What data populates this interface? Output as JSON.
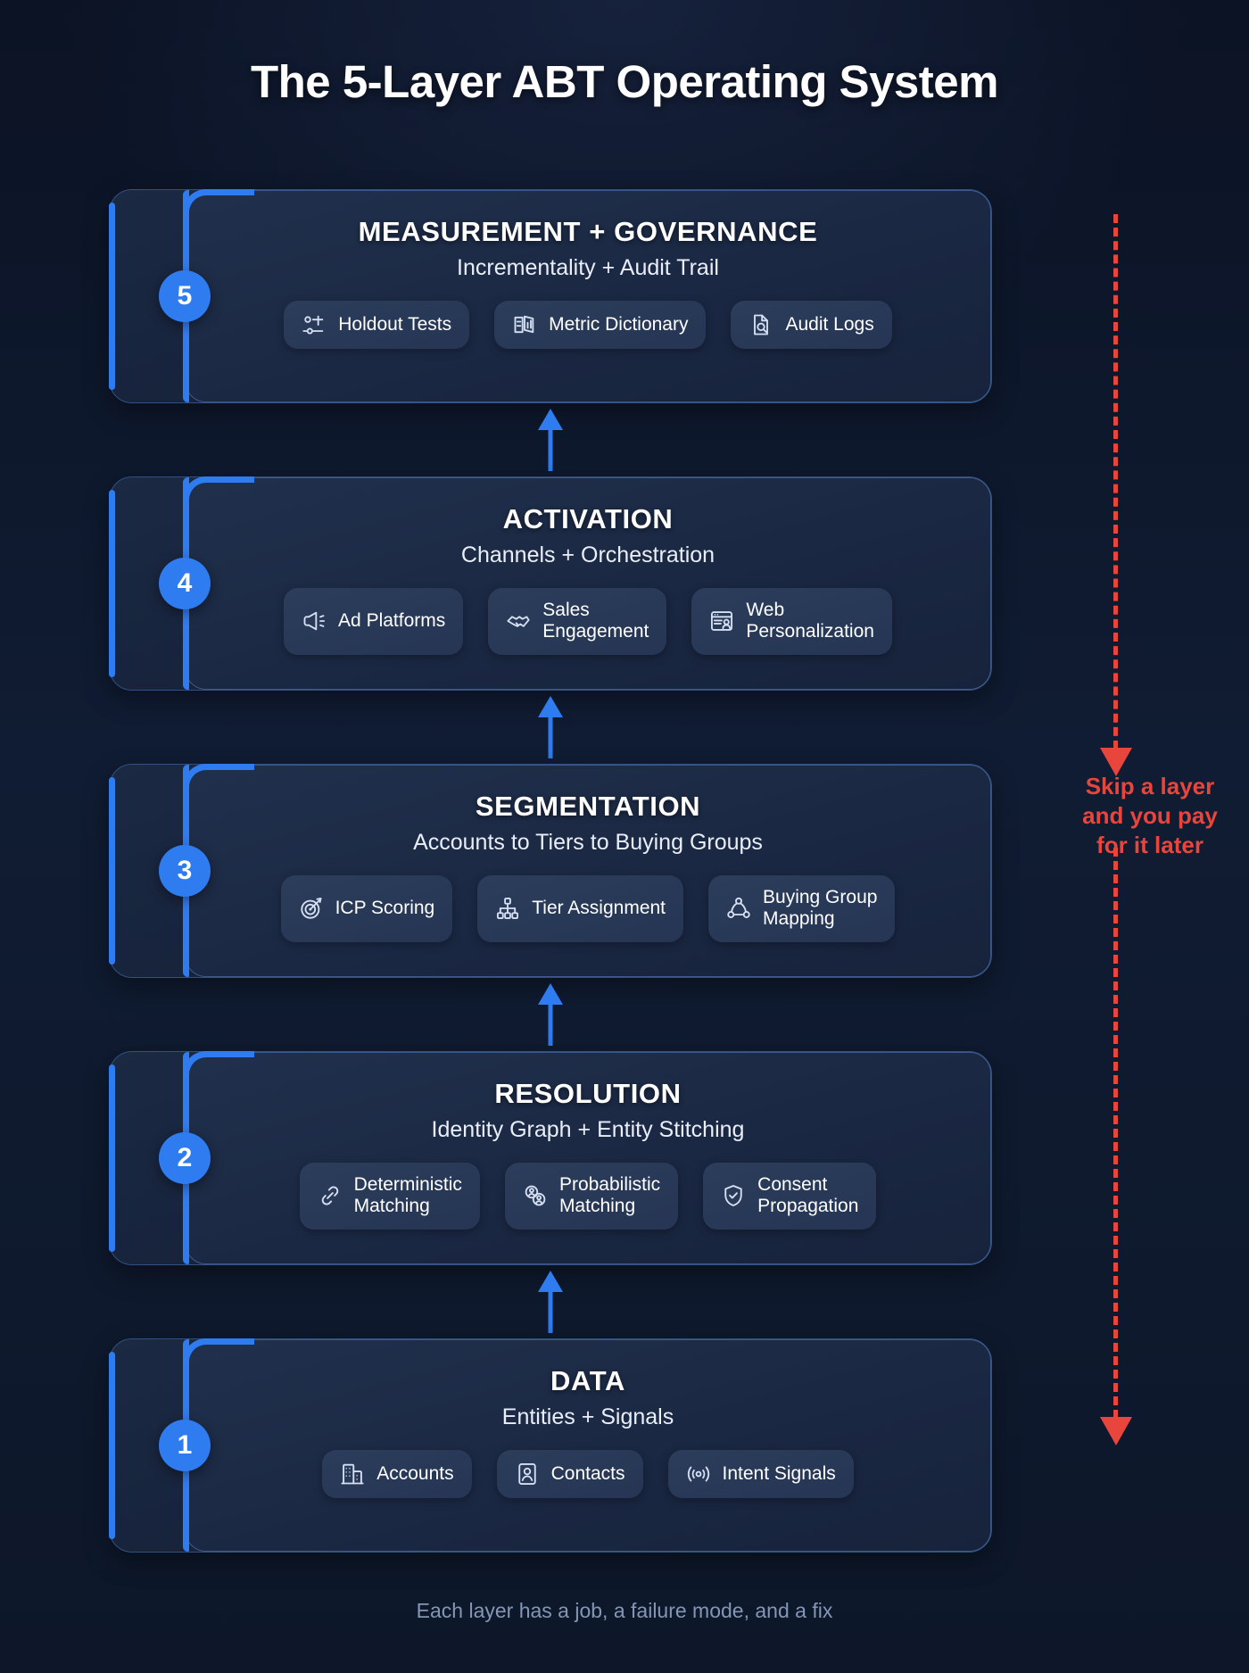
{
  "title": "The 5-Layer ABT Operating System",
  "footer": "Each layer has a job, a failure mode, and a fix",
  "colors": {
    "background": "#0c1526",
    "accent_blue": "#2f7bf0",
    "warning_red": "#e8453c",
    "panel": "#1e2d49",
    "chip": "#2b3c5b",
    "text_primary": "#ffffff",
    "text_muted": "#8596b4"
  },
  "warning": {
    "line1": "Skip a layer",
    "line2": "and you pay",
    "line3": "for it later"
  },
  "layers": [
    {
      "number": "5",
      "title": "MEASUREMENT + GOVERNANCE",
      "subtitle": "Incrementality + Audit Trail",
      "chips": [
        {
          "label": "Holdout Tests",
          "icon": "split-test-icon"
        },
        {
          "label": "Metric Dictionary",
          "icon": "book-chart-icon"
        },
        {
          "label": "Audit Logs",
          "icon": "document-search-icon"
        }
      ]
    },
    {
      "number": "4",
      "title": "ACTIVATION",
      "subtitle": "Channels + Orchestration",
      "chips": [
        {
          "label": "Ad Platforms",
          "icon": "megaphone-icon"
        },
        {
          "label": "Sales\nEngagement",
          "icon": "handshake-icon"
        },
        {
          "label": "Web\nPersonalization",
          "icon": "browser-user-icon"
        }
      ]
    },
    {
      "number": "3",
      "title": "SEGMENTATION",
      "subtitle": "Accounts to Tiers to Buying Groups",
      "chips": [
        {
          "label": "ICP Scoring",
          "icon": "target-icon"
        },
        {
          "label": "Tier Assignment",
          "icon": "hierarchy-icon"
        },
        {
          "label": "Buying Group\nMapping",
          "icon": "group-network-icon"
        }
      ]
    },
    {
      "number": "2",
      "title": "RESOLUTION",
      "subtitle": "Identity Graph + Entity Stitching",
      "chips": [
        {
          "label": "Deterministic\nMatching",
          "icon": "link-icon"
        },
        {
          "label": "Probabilistic\nMatching",
          "icon": "overlapping-users-icon"
        },
        {
          "label": "Consent\nPropagation",
          "icon": "shield-check-icon"
        }
      ]
    },
    {
      "number": "1",
      "title": "DATA",
      "subtitle": "Entities + Signals",
      "chips": [
        {
          "label": "Accounts",
          "icon": "building-icon"
        },
        {
          "label": "Contacts",
          "icon": "contact-card-icon"
        },
        {
          "label": "Intent Signals",
          "icon": "signal-waves-icon"
        }
      ]
    }
  ]
}
